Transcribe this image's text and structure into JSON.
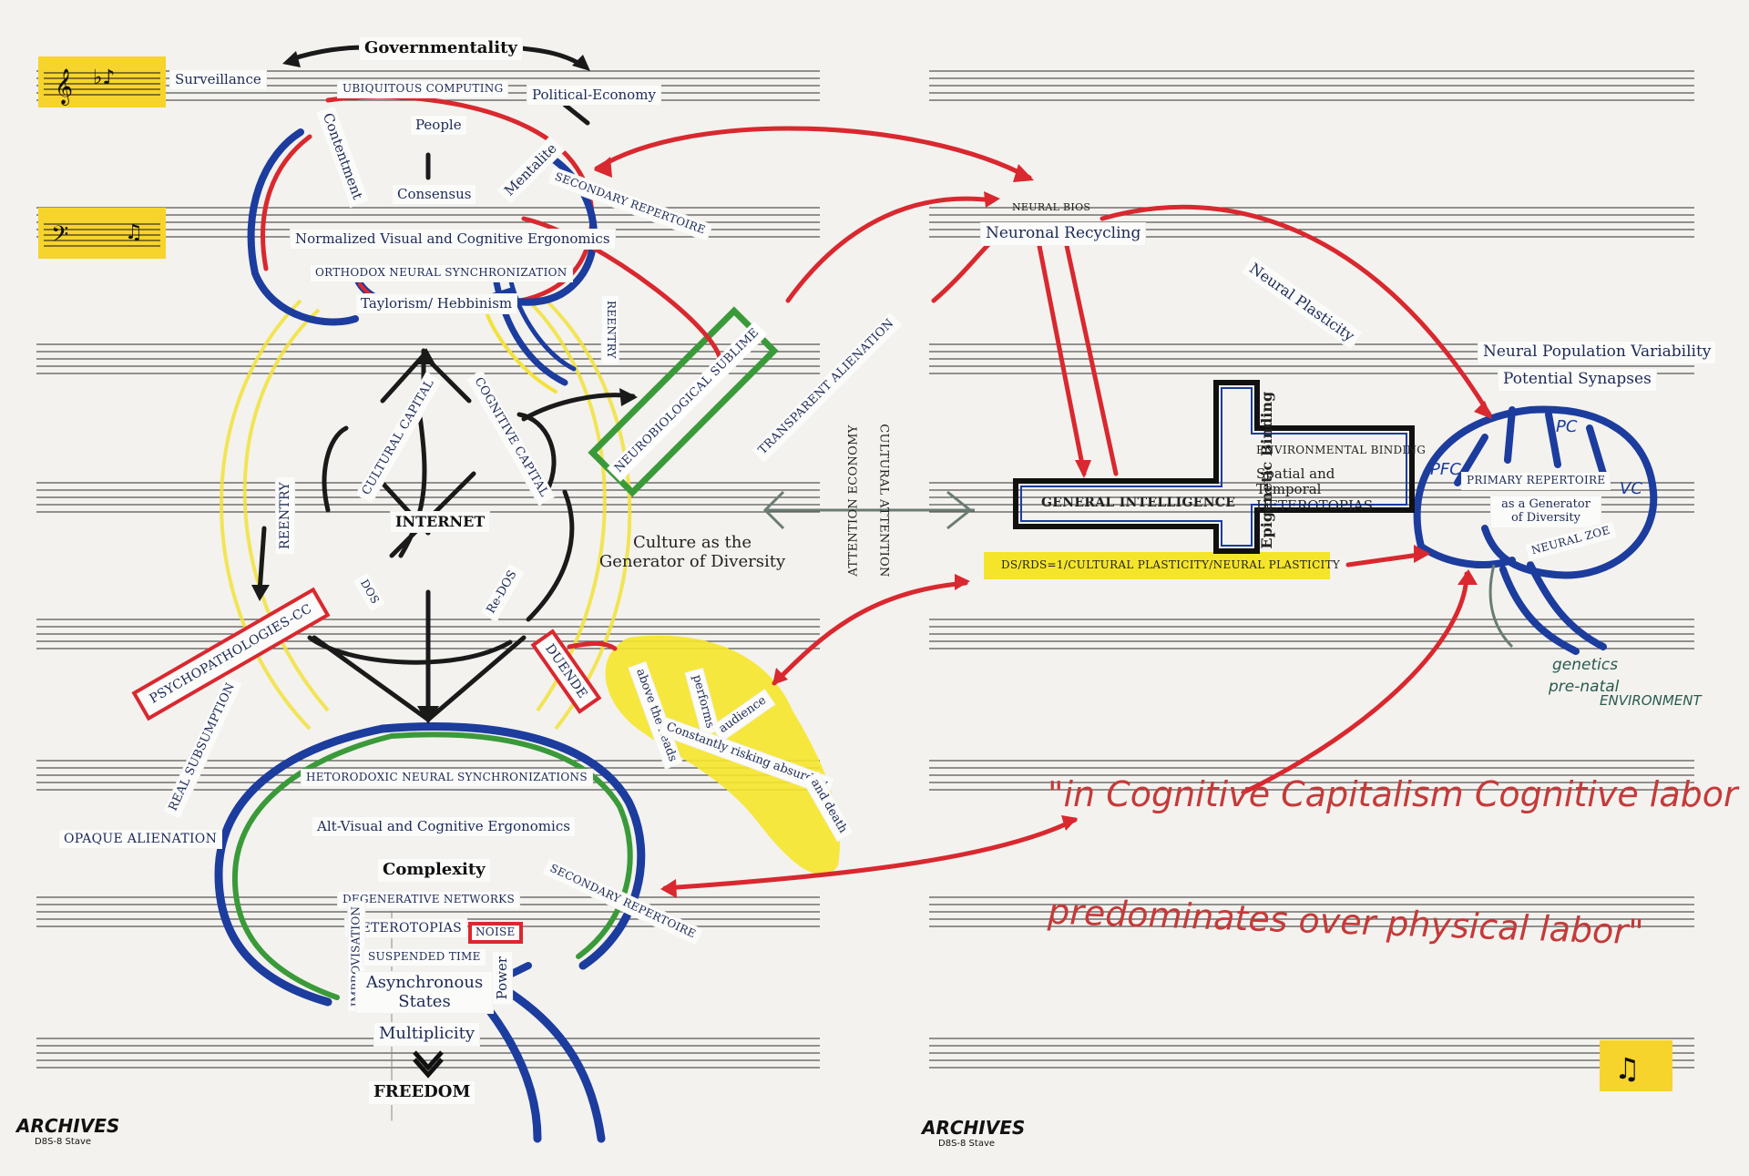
{
  "labels": {
    "governmentality": "Governmentality",
    "surveillance": "Surveillance",
    "ubiquitous_computing": "UBIQUITOUS COMPUTING",
    "political_economy": "Political-Economy",
    "people": "People",
    "contentment": "Contentment",
    "mentalite": "Mentalite",
    "consensus": "Consensus",
    "secondary_repertoire_top": "SECONDARY REPERTOIRE",
    "normalized_visual": "Normalized Visual and Cognitive Ergonomics",
    "orthodox_neural": "ORTHODOX NEURAL SYNCHRONIZATION",
    "taylorism": "Taylorism/ Hebbinism",
    "reentry_right": "REENTRY",
    "neurobiological_sublime": "NEUROBIOLOGICAL SUBLIME",
    "transparent_alienation": "TRANSPARENT ALIENATION",
    "attention_economy": "ATTENTION ECONOMY",
    "cultural_attention": "CULTURAL ATTENTION",
    "cultural_capital": "CULTURAL CAPITAL",
    "cognitive_capital": "COGNITIVE CAPITAL",
    "internet": "INTERNET",
    "reentry_left": "REENTRY",
    "dos": "DOS",
    "re_dos": "Re-DOS",
    "culture_generator": "Culture as the Generator of Diversity",
    "psychopathologies": "PSYCHOPATHOLOGIES-CC",
    "duende": "DUENDE",
    "real_subsumption": "REAL SUBSUMPTION",
    "opaque_alienation": "OPAQUE ALIENATION",
    "heterodoxic": "HETORODOXIC NEURAL SYNCHRONIZATIONS",
    "alt_visual": "Alt-Visual and Cognitive Ergonomics",
    "complexity": "Complexity",
    "degenerative": "DEGENERATIVE NETWORKS",
    "heterotopias": "HETEROTOPIAS",
    "noise": "NOISE",
    "improvisation": "IMPROVISATION",
    "suspended_time": "SUSPENDED TIME",
    "asynchronous": "Asynchronous States",
    "power": "Power",
    "multiplicity": "Multiplicity",
    "freedom": "FREEDOM",
    "secondary_repertoire_bottom": "SECONDARY REPERTOIRE",
    "above_the_heads": "above the heads",
    "performs": "performs",
    "audience": "audience",
    "constantly": "Constantly risking absurdity",
    "and_death": "and death",
    "neural_bios": "NEURAL BIOS",
    "neuronal_recycling": "Neuronal Recycling",
    "neural_plasticity": "Neural Plasticity",
    "neural_population": "Neural Population Variability",
    "potential_synapses": "Potential Synapses",
    "general_intelligence": "GENERAL INTELLIGENCE",
    "epigenetic_binding": "Epigenetic Binding",
    "environmental_binding": "ENVIRONMENTAL BINDING",
    "spatial_temporal": "Spatial and Temporal HETEROTOPIAS",
    "ds_rds": "DS/RDS=1/CULTURAL PLASTICITY/NEURAL PLASTICITY",
    "pfc": "PFC",
    "pc": "PC",
    "vc": "VC",
    "primary_repertoire": "PRIMARY REPERTOIRE",
    "generator_diversity": "as a Generator of Diversity",
    "neural_zoe": "NEURAL ZOE",
    "genetics": "genetics",
    "pre_natal": "pre-natal",
    "environment": "environment",
    "quote_1": "\"in Cognitive Capitalism Cognitive labor",
    "quote_2": "predominates over physical labor\"",
    "logo": "ARCHIVES",
    "logo_sub": "D8S-8 Stave"
  },
  "colors": {
    "red": "#d9282f",
    "blue": "#1c3c9e",
    "green": "#3a9a3a",
    "yellow": "#f2e23a",
    "black": "#1a1a1a",
    "note_yellow": "#f6d42b"
  },
  "icons": [
    "treble-clef-icon",
    "bass-clef-icon",
    "music-note-icon"
  ]
}
